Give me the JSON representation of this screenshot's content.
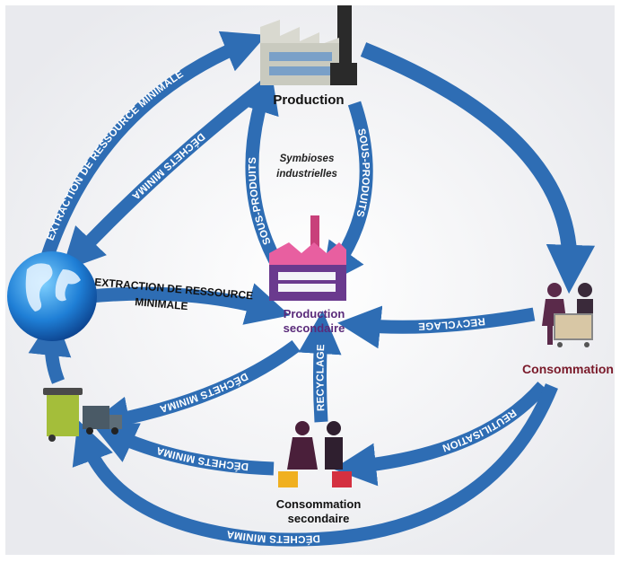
{
  "nodes": {
    "production": "Production",
    "production_secondaire_1": "Production",
    "production_secondaire_2": "secondaire",
    "consommation": "Consommation",
    "consommation_secondaire_1": "Consommation",
    "consommation_secondaire_2": "secondaire",
    "symbioses_1": "Symbioses",
    "symbioses_2": "industrielles"
  },
  "arrows": {
    "extraction_top": "EXTRACTION DE RESSOURCE MINIMALE",
    "dechets_top": "DÉCHETS MINIMA",
    "sous_produits_left": "SOUS-PRODUITS",
    "sous_produits_right": "SOUS-PRODUITS",
    "extraction_mid_1": "EXTRACTION DE RESSOURCE",
    "extraction_mid_2": "MINIMALE",
    "recyclage_right": "RECYCLAGE",
    "recyclage_vertical": "RECYCLAGE",
    "dechets_mid": "DÉCHETS MINIMA",
    "reutilisation": "REUTILISATION",
    "dechets_low": "DÉCHETS MINIMA",
    "dechets_bottom": "DÉCHETS MINIMA"
  },
  "colors": {
    "arrow": "#2e6db4",
    "production_label": "#111111",
    "secondary_label": "#5a2a7a",
    "consommation_label": "#7a1a2a"
  }
}
